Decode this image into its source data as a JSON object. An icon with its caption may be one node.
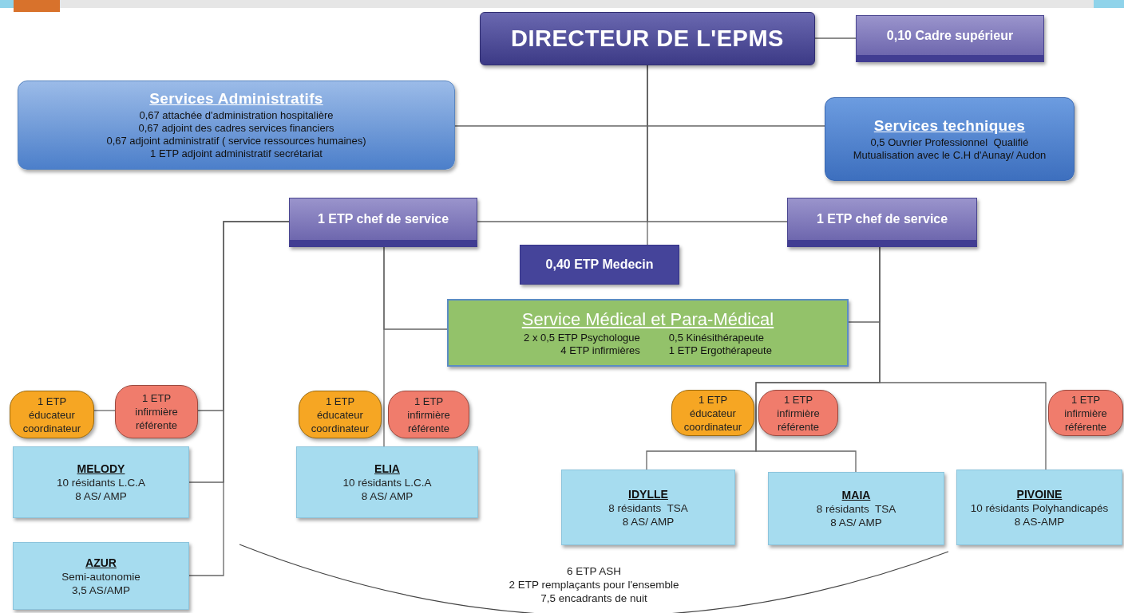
{
  "diagram": {
    "nodes": [
      {
        "text": [
          "DIRECTEUR DE L'EPMS"
        ]
      },
      {
        "text": [
          "0,10 Cadre supérieur"
        ]
      },
      {
        "text": [
          "Services Administratifs",
          "0,67 attachée d'administration hospitalière",
          "0,67 adjoint des cadres services financiers",
          "0,67 adjoint administratif ( service ressources humaines)",
          "1 ETP adjoint administratif secrétariat"
        ]
      },
      {
        "text": [
          "Services techniques",
          "0,5 Ouvrier Professionnel  Qualifié",
          "Mutualisation avec le C.H d'Aunay/ Audon"
        ]
      },
      {
        "text": [
          "1 ETP chef de service"
        ]
      },
      {
        "text": [
          "1 ETP chef de service"
        ]
      },
      {
        "text": [
          "0,40 ETP Medecin"
        ]
      },
      {
        "text": [
          "Service Médical et Para-Médical",
          "2 x 0,5 ETP Psychologue",
          "0,5 Kinésithérapeute",
          "4 ETP infirmières",
          "1 ETP Ergothérapeute"
        ]
      },
      {
        "text": [
          "1 ETP éducateur coordinateur"
        ]
      },
      {
        "text": [
          "1 ETP infirmière référente"
        ]
      },
      {
        "text": [
          "MELODY",
          "10 résidants L.C.A",
          "8 AS/ AMP"
        ]
      },
      {
        "text": [
          "AZUR",
          "Semi-autonomie",
          "3,5 AS/AMP"
        ]
      },
      {
        "text": [
          "1 ETP éducateur coordinateur"
        ]
      },
      {
        "text": [
          "1 ETP infirmière référente"
        ]
      },
      {
        "text": [
          "ELIA",
          "10 résidants L.C.A",
          "8 AS/ AMP"
        ]
      },
      {
        "text": [
          "1 ETP éducateur coordinateur"
        ]
      },
      {
        "text": [
          "1 ETP infirmière référente"
        ]
      },
      {
        "text": [
          "IDYLLE",
          "8 résidants  TSA",
          "8 AS/ AMP"
        ]
      },
      {
        "text": [
          "MAIA",
          "8 résidants  TSA",
          "8 AS/ AMP"
        ]
      },
      {
        "text": [
          "1 ETP infirmière référente"
        ]
      },
      {
        "text": [
          "PIVOINE",
          "10 résidants Polyhandicapés",
          "8 AS-AMP"
        ]
      }
    ],
    "edges": [
      {
        "from": 0,
        "to": 1,
        "arrow": "none"
      },
      {
        "from": 0,
        "to": 2,
        "arrow": "none"
      },
      {
        "from": 0,
        "to": 3,
        "arrow": "none"
      },
      {
        "from": 0,
        "to": 4,
        "arrow": "none"
      },
      {
        "from": 0,
        "to": 5,
        "arrow": "none"
      },
      {
        "from": 0,
        "to": 6,
        "arrow": "none"
      },
      {
        "from": 4,
        "to": 9,
        "arrow": "none"
      },
      {
        "from": 9,
        "to": 8,
        "arrow": "none"
      },
      {
        "from": 4,
        "to": 10,
        "arrow": "none"
      },
      {
        "from": 4,
        "to": 11,
        "arrow": "none"
      },
      {
        "from": 4,
        "to": 14,
        "arrow": "none"
      },
      {
        "from": 4,
        "to": 7,
        "arrow": "none"
      },
      {
        "from": 5,
        "to": 7,
        "arrow": "none"
      },
      {
        "from": 5,
        "to": 17,
        "arrow": "none"
      },
      {
        "from": 5,
        "to": 18,
        "arrow": "none"
      },
      {
        "from": 5,
        "to": 20,
        "arrow": "none"
      }
    ],
    "labels": [
      "6 ETP ASH",
      "2 ETP remplaçants pour l'ensemble",
      "7,5 encadrants de nuit"
    ]
  }
}
